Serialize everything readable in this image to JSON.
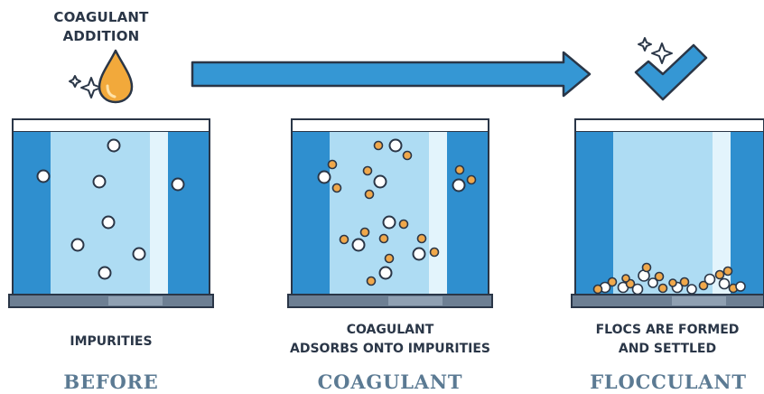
{
  "addition": {
    "label_line1": "COAGULANT",
    "label_line2": "ADDITION",
    "icon": "water-drop-icon"
  },
  "arrow_icon": "right-arrow-icon",
  "result_icon": "checkmark-icon",
  "colors": {
    "water_dark": "#2f8fcf",
    "water_mid": "#5fb4e3",
    "water_light": "#b6e0f5",
    "outline": "#2a3647",
    "drop": "#f2a93b",
    "coagulant_particle": "#f0a84b",
    "impurity_particle": "#ffffff",
    "base": "#6d7f93",
    "stage_title": "#5b7a93"
  },
  "stages": [
    {
      "caption_line1": "IMPURITIES",
      "caption_line2": "",
      "title": "BEFORE"
    },
    {
      "caption_line1": "COAGULANT",
      "caption_line2": "ADSORBS ONTO IMPURITIES",
      "title": "COAGULANT"
    },
    {
      "caption_line1": "FLOCS ARE FORMED",
      "caption_line2": "AND SETTLED",
      "title": "FLOCCULANT"
    }
  ]
}
